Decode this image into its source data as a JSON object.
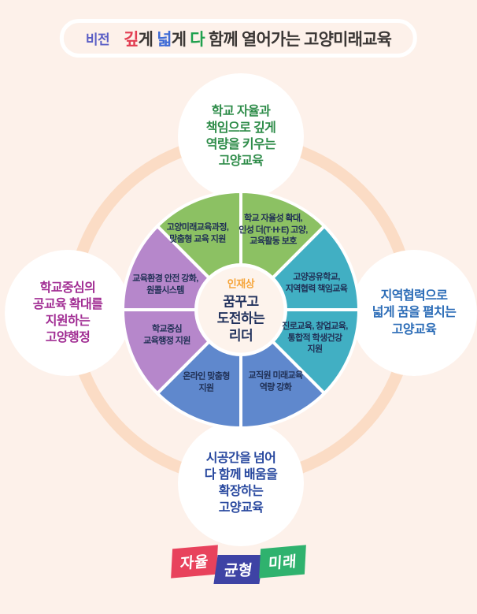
{
  "vision": {
    "label": "비전",
    "label_color": "#5a5ec5",
    "title_parts": [
      {
        "text": "깊",
        "color": "#e23e52"
      },
      {
        "text": "게  ",
        "color": "#3b3735"
      },
      {
        "text": "넓",
        "color": "#3f6bd6"
      },
      {
        "text": "게  ",
        "color": "#3b3735"
      },
      {
        "text": "다",
        "color": "#1fa04d"
      },
      {
        "text": " 함께 열어가는 고양미래교육",
        "color": "#3b3735"
      }
    ]
  },
  "goals": {
    "top": {
      "text": "학교 자율과\n책임으로 깊게\n역량을 키우는\n고양교육",
      "color": "#2e8c49"
    },
    "left": {
      "text": "학교중심의\n공교육 확대를\n지원하는\n고양행정",
      "color": "#a12d93"
    },
    "right": {
      "text": "지역협력으로\n넓게 꿈을 펼치는\n고양교육",
      "color": "#2b6cb7"
    },
    "bottom": {
      "text": "시공간을 넘어\n다 함께 배움을\n확장하는\n고양교육",
      "color": "#27479e"
    }
  },
  "wheel": {
    "text_color": "#203055",
    "segments": [
      {
        "text": "고양미래교육과정,\n맞춤형 교육 지원",
        "color": "#8cc163"
      },
      {
        "text": "학교 자율성 확대,\n인성 더(T·H·E) 고양,\n교육활동 보호",
        "color": "#8cc163"
      },
      {
        "text": "고양공유학교,\n지역협력 책임교육",
        "color": "#41afc3"
      },
      {
        "text": "진로교육, 창업교육,\n통합적 학생건강\n지원",
        "color": "#41afc3"
      },
      {
        "text": "교직원 미래교육\n역량 강화",
        "color": "#5f88cd"
      },
      {
        "text": "온라인 맞춤형\n지원",
        "color": "#5f88cd"
      },
      {
        "text": "학교중심\n교육행정 지원",
        "color": "#b687cb"
      },
      {
        "text": "교육환경 안전 강화,\n원콜시스템",
        "color": "#b687cb"
      }
    ]
  },
  "hub": {
    "eyebrow": "인재상",
    "eyebrow_color": "#f6a53b",
    "title": "꿈꾸고\n도전하는\n리더",
    "title_color": "#22325d",
    "fill": "#fdf3ec"
  },
  "badges": [
    {
      "label": "자율",
      "color": "#e8425c"
    },
    {
      "label": "균형",
      "color": "#3e43a5"
    },
    {
      "label": "미래",
      "color": "#2fb26e"
    }
  ]
}
